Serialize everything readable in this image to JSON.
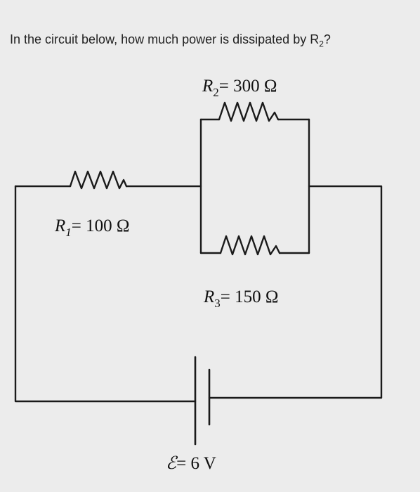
{
  "question": {
    "text": "In the circuit below, how much power is dissipated by R",
    "subscript": "2",
    "suffix": "?"
  },
  "components": {
    "r1": {
      "letter": "R",
      "sub": "1",
      "value": "= 100 Ω"
    },
    "r2": {
      "letter": "R",
      "sub": "2",
      "value": "= 300 Ω"
    },
    "r3": {
      "letter": "R",
      "sub": "3",
      "value": "= 150 Ω"
    },
    "battery": {
      "symbol": "ℰ",
      "value": "= 6 V"
    }
  }
}
